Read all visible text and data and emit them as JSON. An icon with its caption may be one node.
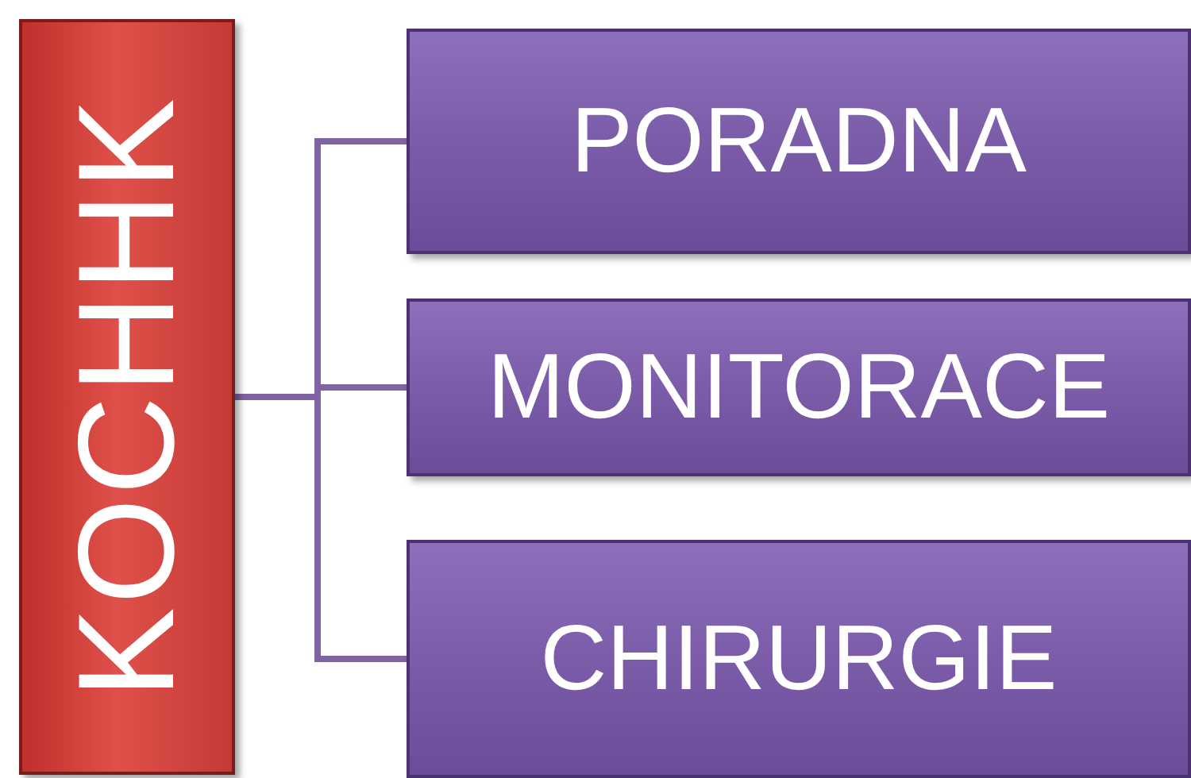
{
  "diagram": {
    "nodes": [
      {
        "text": [
          "KOCHHK"
        ]
      },
      {
        "text": [
          "PORADNA"
        ]
      },
      {
        "text": [
          "MONITORACE"
        ]
      },
      {
        "text": [
          "CHIRURGIE"
        ]
      }
    ],
    "edges": [
      {
        "from": 0,
        "to": 1,
        "arrow": "none"
      },
      {
        "from": 0,
        "to": 2,
        "arrow": "none"
      },
      {
        "from": 0,
        "to": 3,
        "arrow": "none"
      }
    ]
  }
}
